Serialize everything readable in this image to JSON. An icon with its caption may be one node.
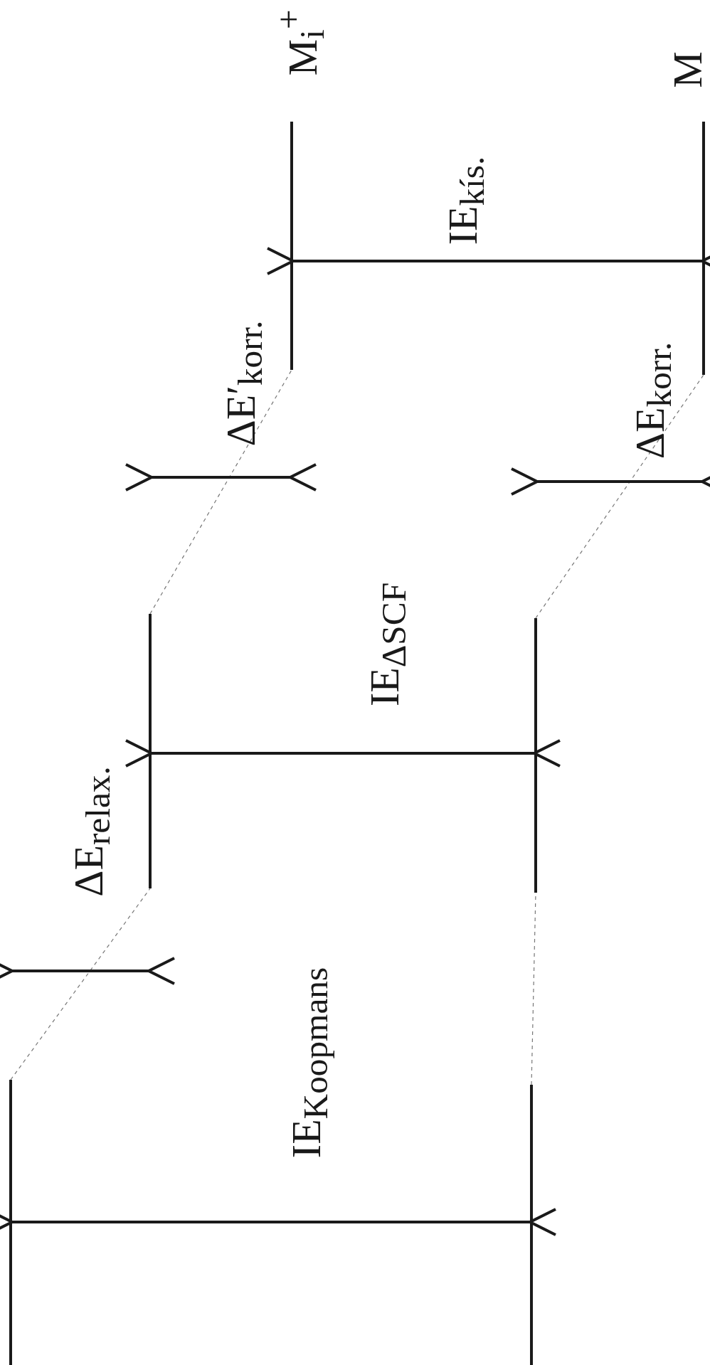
{
  "diagram": {
    "labels": [
      "M$_{i}$$^{+}$",
      "M",
      "IE$_{kís.}$",
      "ΔE′$_{korr.}$",
      "ΔE$_{korr.}$",
      "IE$_{ΔSCF}$",
      "ΔE$_{relax.}$",
      "IE$_{Koopmans}$"
    ]
  }
}
